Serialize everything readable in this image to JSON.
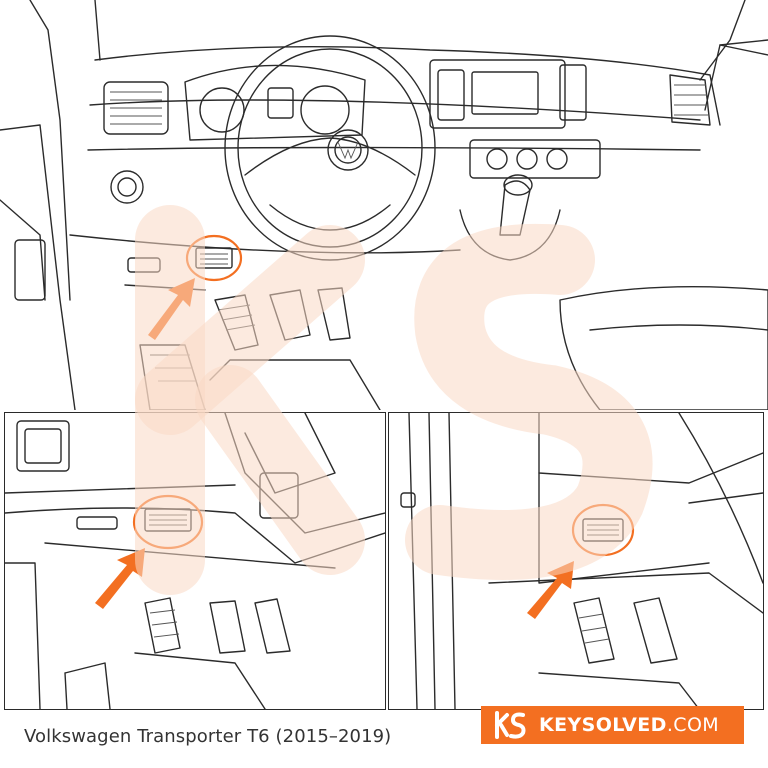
{
  "caption": "Volkswagen Transporter T6 (2015–2019)",
  "brand": {
    "name": "KEYSOLVED",
    "suffix": ".COM",
    "logo_icon": "ks-logo-icon"
  },
  "colors": {
    "accent": "#f36f21",
    "line": "#2b2b2b",
    "watermark": "#f9d9c4"
  },
  "panels": [
    {
      "id": "main",
      "label": "dashboard-overview",
      "highlight": "obd-port"
    },
    {
      "id": "detail-left",
      "label": "under-dash-closeup",
      "highlight": "obd-port"
    },
    {
      "id": "detail-right",
      "label": "side-view-closeup",
      "highlight": "obd-port"
    }
  ]
}
